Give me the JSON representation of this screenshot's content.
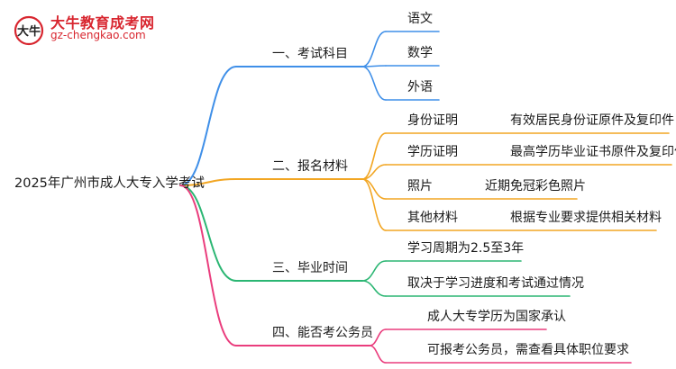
{
  "logo": {
    "title": "大牛教育成考网",
    "url": "gz-chengkao.com",
    "mark_text": "大牛",
    "color": "#d8262f"
  },
  "mindmap": {
    "root": "2025年广州市成人大专入学考试",
    "branches": [
      {
        "label": "一、考试科目",
        "color": "#3f8fe8",
        "children": [
          {
            "label": "语文"
          },
          {
            "label": "数学"
          },
          {
            "label": "外语"
          }
        ]
      },
      {
        "label": "二、报名材料",
        "color": "#f2a623",
        "children": [
          {
            "label": "身份证明",
            "detail": "有效居民身份证原件及复印件"
          },
          {
            "label": "学历证明",
            "detail": "最高学历毕业证书原件及复印件"
          },
          {
            "label": "照片",
            "detail": "近期免冠彩色照片"
          },
          {
            "label": "其他材料",
            "detail": "根据专业要求提供相关材料"
          }
        ]
      },
      {
        "label": "三、毕业时间",
        "color": "#2bb673",
        "children": [
          {
            "label": "学习周期为2.5至3年"
          },
          {
            "label": "取决于学习进度和考试通过情况"
          }
        ]
      },
      {
        "label": "四、能否考公务员",
        "color": "#ea3d7d",
        "children": [
          {
            "label": "成人大专学历为国家承认"
          },
          {
            "label": "可报考公务员，需查看具体职位要求"
          }
        ]
      }
    ]
  }
}
